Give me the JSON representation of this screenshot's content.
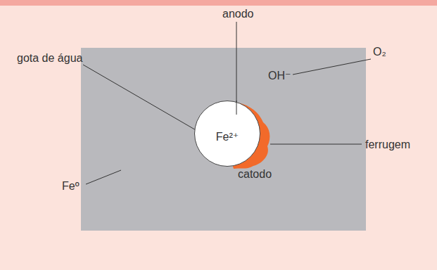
{
  "diagram": {
    "nodes": [
      {
        "text": [
          "catodo"
        ]
      },
      {
        "text": [
          "Fe²⁺"
        ],
        "in": 0
      }
    ],
    "labels": [
      "anodo",
      "gota de água",
      "O₂",
      "OH⁻",
      "ferrugem",
      "Feº"
    ]
  }
}
